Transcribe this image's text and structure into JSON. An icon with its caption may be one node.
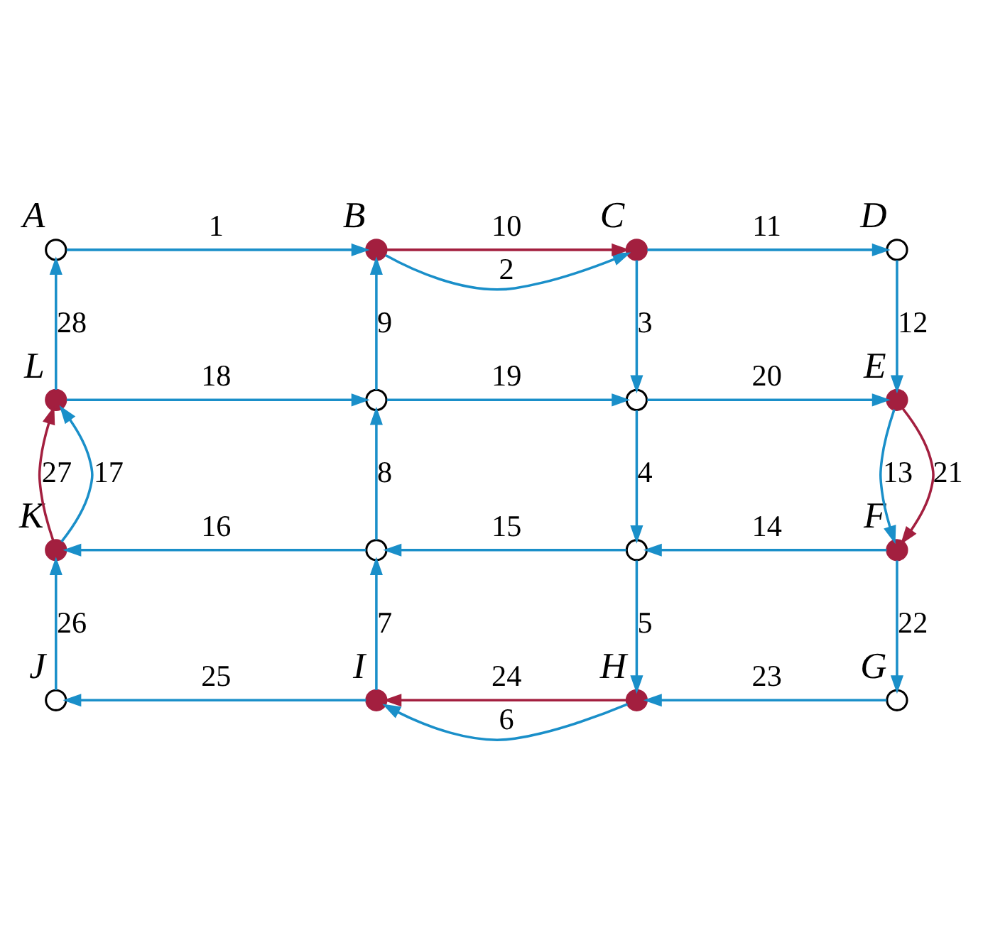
{
  "diagram": {
    "nodes": [
      {
        "text": [],
        "shape": "circle",
        "beside": [
          "A"
        ]
      },
      {
        "text": [],
        "shape": "circle",
        "beside": [
          "B"
        ]
      },
      {
        "text": [],
        "shape": "circle",
        "beside": [
          "C"
        ]
      },
      {
        "text": [],
        "shape": "circle",
        "beside": [
          "D"
        ]
      },
      {
        "text": [],
        "shape": "circle",
        "beside": [
          "L"
        ]
      },
      {
        "text": [],
        "shape": "circle"
      },
      {
        "text": [],
        "shape": "circle"
      },
      {
        "text": [],
        "shape": "circle",
        "beside": [
          "E"
        ]
      },
      {
        "text": [],
        "shape": "circle",
        "beside": [
          "K"
        ]
      },
      {
        "text": [],
        "shape": "circle"
      },
      {
        "text": [],
        "shape": "circle"
      },
      {
        "text": [],
        "shape": "circle",
        "beside": [
          "F"
        ]
      },
      {
        "text": [],
        "shape": "circle",
        "beside": [
          "J"
        ]
      },
      {
        "text": [],
        "shape": "circle",
        "beside": [
          "I"
        ]
      },
      {
        "text": [],
        "shape": "circle",
        "beside": [
          "H"
        ]
      },
      {
        "text": [],
        "shape": "circle",
        "beside": [
          "G"
        ]
      }
    ],
    "edges": [
      {
        "from": 0,
        "to": 1,
        "arrow": "to",
        "label": "1"
      },
      {
        "from": 1,
        "to": 2,
        "arrow": "to",
        "label": "2"
      },
      {
        "from": 1,
        "to": 2,
        "arrow": "to",
        "label": "10",
        "color": "#a31f3f"
      },
      {
        "from": 2,
        "to": 3,
        "arrow": "to",
        "label": "11"
      },
      {
        "from": 2,
        "to": 6,
        "arrow": "to",
        "label": "3"
      },
      {
        "from": 3,
        "to": 7,
        "arrow": "to",
        "label": "12"
      },
      {
        "from": 4,
        "to": 0,
        "arrow": "to",
        "label": "28"
      },
      {
        "from": 5,
        "to": 1,
        "arrow": "to",
        "label": "9"
      },
      {
        "from": 4,
        "to": 5,
        "arrow": "to",
        "label": "18"
      },
      {
        "from": 5,
        "to": 6,
        "arrow": "to",
        "label": "19"
      },
      {
        "from": 6,
        "to": 7,
        "arrow": "to",
        "label": "20"
      },
      {
        "from": 6,
        "to": 10,
        "arrow": "to",
        "label": "4"
      },
      {
        "from": 7,
        "to": 11,
        "arrow": "to",
        "label": "13"
      },
      {
        "from": 7,
        "to": 11,
        "arrow": "to",
        "label": "21",
        "color": "#a31f3f"
      },
      {
        "from": 8,
        "to": 4,
        "arrow": "to",
        "label": "27",
        "color": "#a31f3f"
      },
      {
        "from": 8,
        "to": 4,
        "arrow": "to",
        "label": "17"
      },
      {
        "from": 9,
        "to": 5,
        "arrow": "to",
        "label": "8"
      },
      {
        "from": 9,
        "to": 8,
        "arrow": "to",
        "label": "16"
      },
      {
        "from": 10,
        "to": 9,
        "arrow": "to",
        "label": "15"
      },
      {
        "from": 11,
        "to": 10,
        "arrow": "to",
        "label": "14"
      },
      {
        "from": 10,
        "to": 14,
        "arrow": "to",
        "label": "5"
      },
      {
        "from": 11,
        "to": 15,
        "arrow": "to",
        "label": "22"
      },
      {
        "from": 12,
        "to": 8,
        "arrow": "to",
        "label": "26"
      },
      {
        "from": 13,
        "to": 9,
        "arrow": "to",
        "label": "7"
      },
      {
        "from": 13,
        "to": 12,
        "arrow": "to",
        "label": "25"
      },
      {
        "from": 14,
        "to": 13,
        "arrow": "to",
        "label": "6"
      },
      {
        "from": 14,
        "to": 13,
        "arrow": "to",
        "label": "24",
        "color": "#a31f3f"
      },
      {
        "from": 15,
        "to": 14,
        "arrow": "to",
        "label": "23"
      }
    ]
  }
}
